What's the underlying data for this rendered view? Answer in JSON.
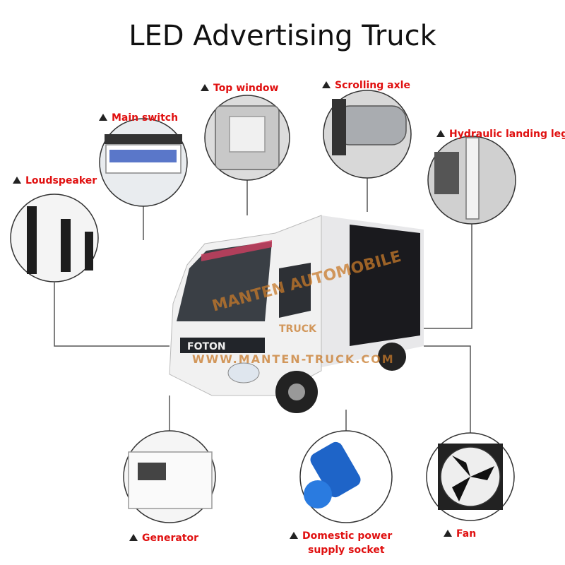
{
  "title": "LED Advertising Truck",
  "watermark": {
    "brand": "MANTEN AUTOMOBILE",
    "sub": "TRUCK",
    "url": "WWW.MANTEN-TRUCK.COM"
  },
  "truck_badge": "FOTON",
  "components": [
    {
      "label": "Loudspeaker"
    },
    {
      "label": "Main switch"
    },
    {
      "label": "Top window"
    },
    {
      "label": "Scrolling axle"
    },
    {
      "label": "Hydraulic landing leg"
    },
    {
      "label": "Generator"
    },
    {
      "label": "Domestic power",
      "label2": "supply socket"
    },
    {
      "label": "Fan"
    }
  ],
  "colors": {
    "label": "#e01010",
    "marker": "#222222",
    "line": "#555555"
  }
}
